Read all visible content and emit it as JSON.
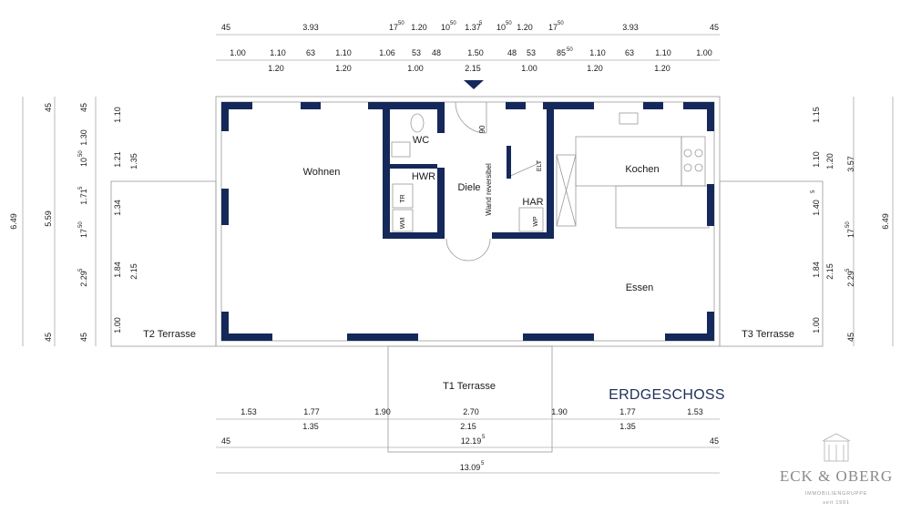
{
  "title": "ERDGESCHOSS",
  "rooms": {
    "wohnen": "Wohnen",
    "wc": "WC",
    "hwr": "HWR",
    "diele": "Diele",
    "har": "HAR",
    "kochen": "Kochen",
    "essen": "Essen",
    "t1": "T1 Terrasse",
    "t2": "T2 Terrasse",
    "t3": "T3 Terrasse",
    "wand": "Wand reversibel",
    "tr": "TR",
    "wm": "WM",
    "wp": "WP",
    "elt": "ELT",
    "d90": "90"
  },
  "top": {
    "r1": [
      "45",
      "3.93",
      "17",
      "1.20",
      "10",
      "1.37",
      "10",
      "1.20",
      "17",
      "3.93",
      "45"
    ],
    "r1sup": [
      "50",
      "50",
      "5",
      "50",
      "50"
    ],
    "r2": [
      "1.00",
      "1.10",
      "63",
      "1.10",
      "1.06",
      "53",
      "48",
      "1.50",
      "48",
      "53",
      "85",
      "1.10",
      "63",
      "1.10",
      "1.00"
    ],
    "r2sup": [
      "50"
    ],
    "r3": [
      "1.20",
      "1.20",
      "1.00",
      "2.15",
      "1.00",
      "1.20",
      "1.20"
    ]
  },
  "bottom": {
    "r1": [
      "1.53",
      "1.77",
      "1.90",
      "2.70",
      "1.90",
      "1.77",
      "1.53"
    ],
    "r2": [
      "1.35",
      "2.15",
      "1.35"
    ],
    "r3": [
      "45",
      "12.19",
      "45"
    ],
    "r3sup": [
      "5"
    ],
    "r4": [
      "13.09"
    ],
    "r4sup": [
      "5"
    ]
  },
  "left": {
    "total": "6.49",
    "c2": [
      "45",
      "5.59",
      "45"
    ],
    "c3": [
      "45",
      "1.30",
      "10",
      "1.71",
      "17",
      "2.29",
      "45"
    ],
    "c3sup": [
      "50",
      "5",
      "50",
      "5"
    ],
    "c4": [
      "1.10",
      "1.21",
      "1.34",
      "1.84",
      "1.00"
    ],
    "c5": [
      "1.35",
      "2.15"
    ]
  },
  "right": {
    "total": "6.49",
    "c2": [
      "1.20",
      "2.15"
    ],
    "c3": [
      "1.15",
      "1.10",
      "1.40",
      "1.84",
      "1.00"
    ],
    "c3sup": [
      "5"
    ],
    "c4": [
      "3.57",
      "17",
      "2.29",
      "45"
    ],
    "c4sup": [
      "50",
      "5"
    ]
  },
  "logo": {
    "name": "ECK & OBERG",
    "sub": "IMMOBILIENGRUPPE",
    "since": "seit 1991"
  },
  "colors": {
    "wall": "#15285a",
    "line": "#8c8c8c",
    "title": "#1f2f5a"
  }
}
